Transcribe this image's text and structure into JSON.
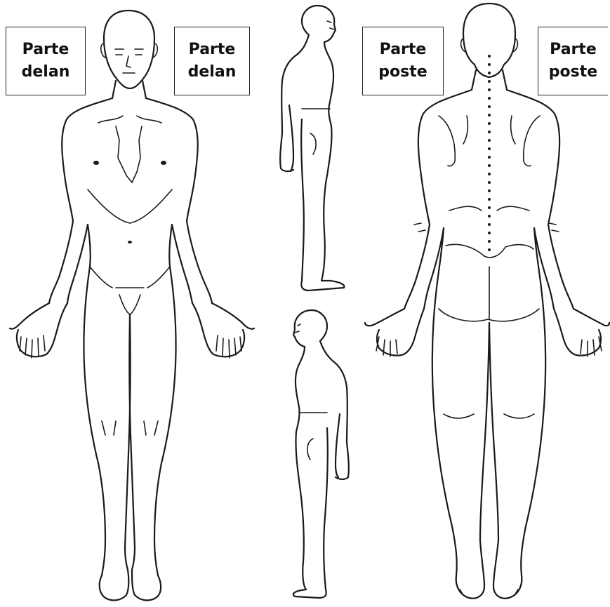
{
  "labels": {
    "front_left": {
      "line1": "Parte",
      "line2": "delan"
    },
    "front_right": {
      "line1": "Parte",
      "line2": "delan"
    },
    "back_left": {
      "line1": "Parte",
      "line2": "poste"
    },
    "back_right": {
      "line1": "Parte",
      "line2": "poste"
    }
  },
  "figures": [
    {
      "name": "front-view-figure",
      "icon": "human-body-front"
    },
    {
      "name": "side-view-figure-facing-right",
      "icon": "human-body-side-right"
    },
    {
      "name": "side-view-figure-facing-left",
      "icon": "human-body-side-left"
    },
    {
      "name": "back-view-figure",
      "icon": "human-body-back"
    }
  ],
  "colors": {
    "line": "#1a1a1a",
    "background": "#ffffff",
    "box_border": "#222222"
  }
}
